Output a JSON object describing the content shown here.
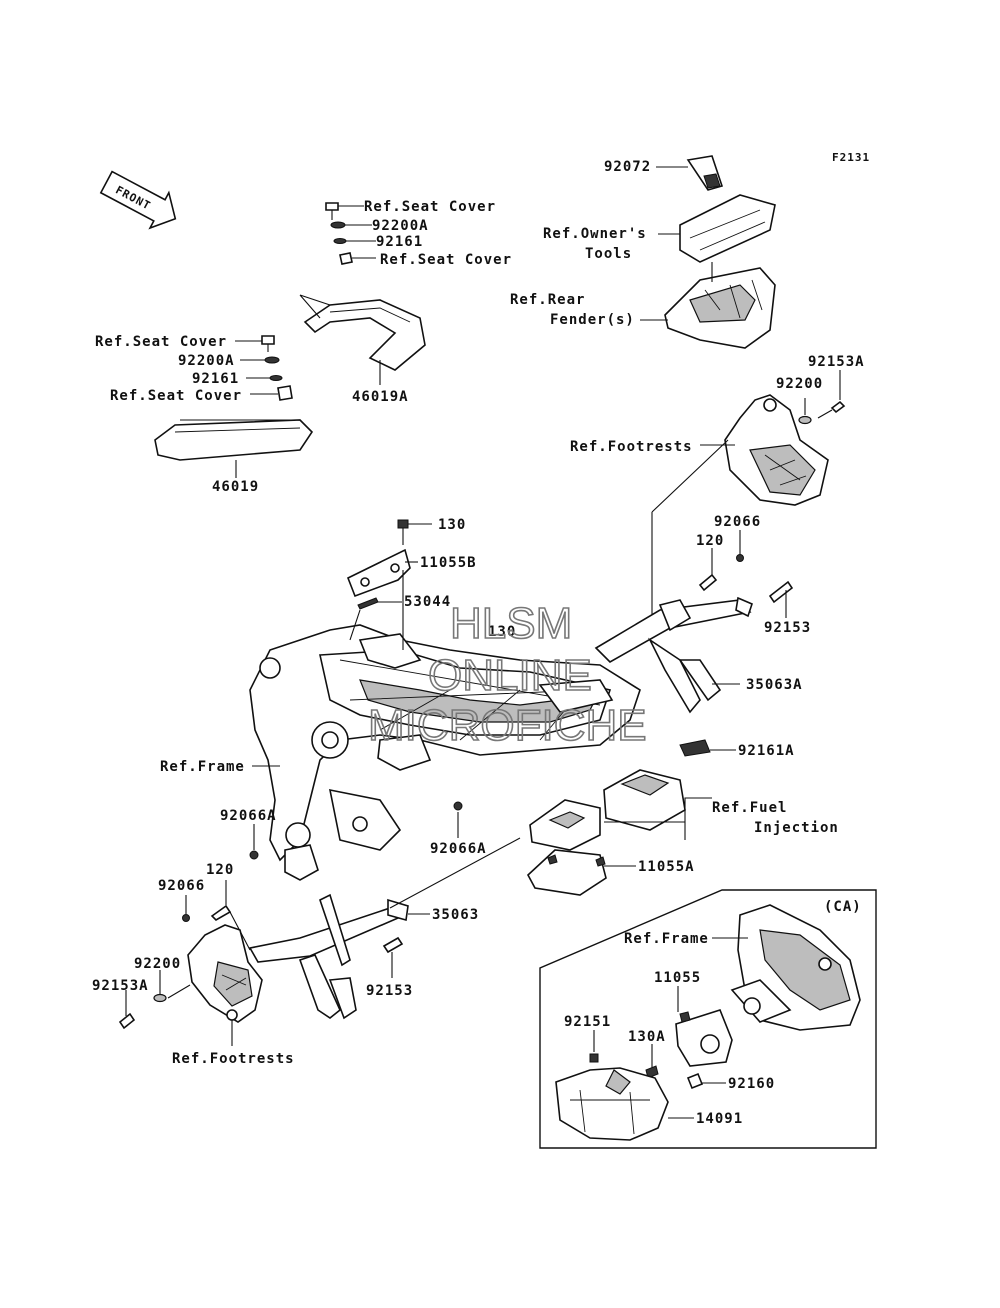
{
  "figure_code": "F2131",
  "front_label": "FRONT",
  "ca_label": "(CA)",
  "watermark": [
    "HLSM",
    "ONLINE",
    "MICROFICHE"
  ],
  "labels": {
    "p92072": "92072",
    "ref_owners_tools_1": "Ref.Owner's",
    "ref_owners_tools_2": "Tools",
    "ref_rear_fender_1": "Ref.Rear",
    "ref_rear_fender_2": "Fender(s)",
    "p92153A_top": "92153A",
    "p92200_top": "92200",
    "ref_footrests_top": "Ref.Footrests",
    "ref_seat_cover_a": "Ref.Seat Cover",
    "p92200A_a": "92200A",
    "p92161_a": "92161",
    "ref_seat_cover_b": "Ref.Seat Cover",
    "p46019A": "46019A",
    "ref_seat_cover_c": "Ref.Seat Cover",
    "p92200A_b": "92200A",
    "p92161_b": "92161",
    "ref_seat_cover_d": "Ref.Seat Cover",
    "p46019": "46019",
    "p130": "130",
    "p11055B": "11055B",
    "p53044": "53044",
    "p130_center": "130",
    "p92066_top": "92066",
    "p120_top": "120",
    "p92153_right": "92153",
    "p35063A": "35063A",
    "p92161A": "92161A",
    "ref_frame": "Ref.Frame",
    "ref_fuel_1": "Ref.Fuel",
    "ref_fuel_2": "Injection",
    "p92066A_left": "92066A",
    "p92066A_center": "92066A",
    "p11055A": "11055A",
    "p120_left": "120",
    "p92066_left": "92066",
    "p35063": "35063",
    "p92200_left": "92200",
    "p92153A_left": "92153A",
    "p92153_bottom": "92153",
    "ref_footrests_bottom": "Ref.Footrests",
    "ref_frame_ca": "Ref.Frame",
    "p11055": "11055",
    "p92151": "92151",
    "p130A": "130A",
    "p92160": "92160",
    "p14091": "14091"
  }
}
